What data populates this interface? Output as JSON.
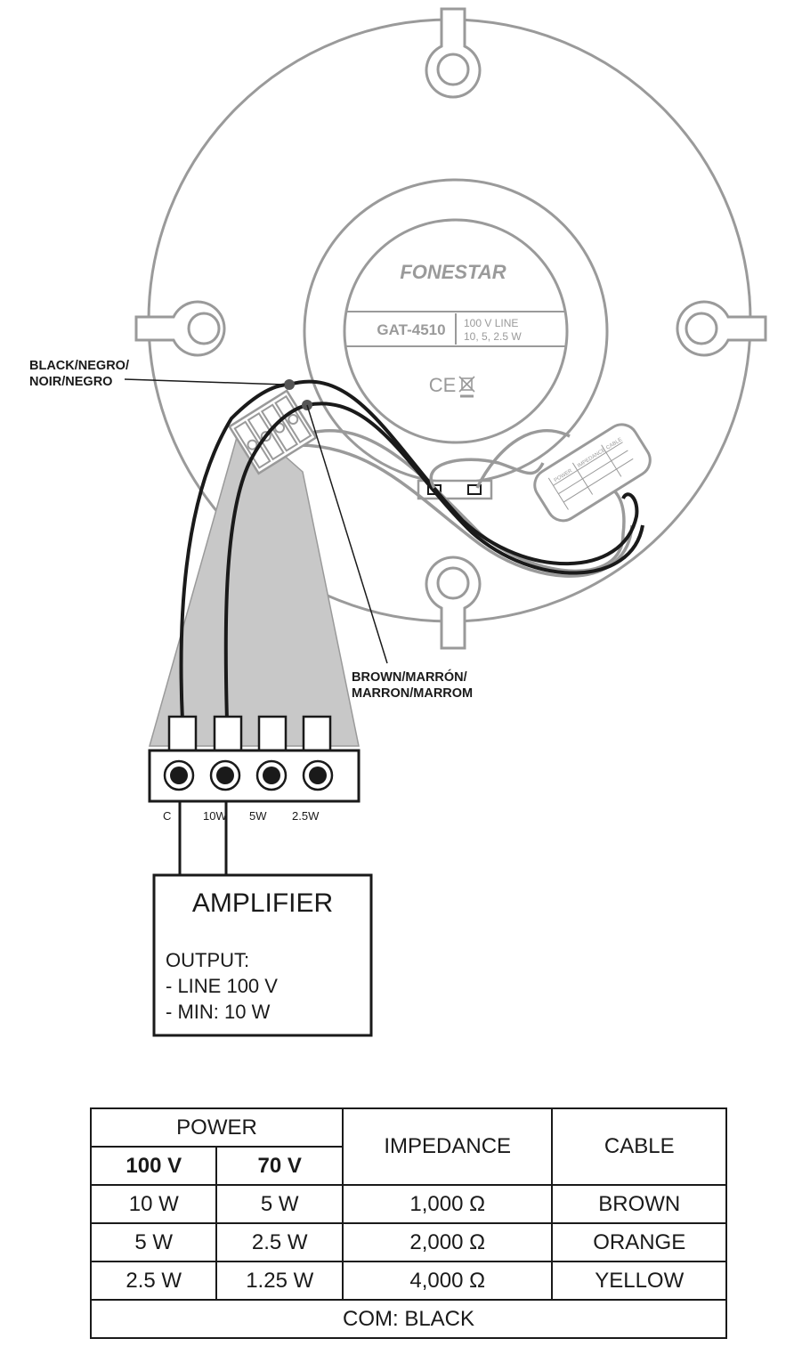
{
  "speaker": {
    "brand": "FONESTAR",
    "model": "GAT-4510",
    "line_spec": "100 V LINE",
    "power_spec": "10, 5, 2.5 W",
    "marks": "CE"
  },
  "callouts": {
    "black_line1": "BLACK/NEGRO/",
    "black_line2": "NOIR/NEGRO",
    "brown_line1": "BROWN/MARRÓN/",
    "brown_line2": "MARRON/MARROM"
  },
  "terminals": [
    "C",
    "10W",
    "5W",
    "2.5W"
  ],
  "transformer_label": {
    "col1": "POWER",
    "col2": "IMPEDANCE",
    "col3": "CABLE"
  },
  "amplifier": {
    "title": "AMPLIFIER",
    "output_label": "OUTPUT:",
    "line1": "- LINE 100 V",
    "line2": "- MIN: 10 W"
  },
  "table": {
    "power_header": "POWER",
    "impedance_header": "IMPEDANCE",
    "cable_header": "CABLE",
    "sub_100v": "100 V",
    "sub_70v": "70 V",
    "rows": [
      {
        "p100": "10 W",
        "p70": "5 W",
        "impedance": "1,000 Ω",
        "cable": "BROWN"
      },
      {
        "p100": "5 W",
        "p70": "2.5 W",
        "impedance": "2,000 Ω",
        "cable": "ORANGE"
      },
      {
        "p100": "2.5 W",
        "p70": "1.25 W",
        "impedance": "4,000 Ω",
        "cable": "YELLOW"
      }
    ],
    "footer": "COM: BLACK"
  },
  "colors": {
    "line_gray": "#9a9a9a",
    "dark": "#1a1a1a",
    "fan_fill": "#c8c8c8"
  }
}
